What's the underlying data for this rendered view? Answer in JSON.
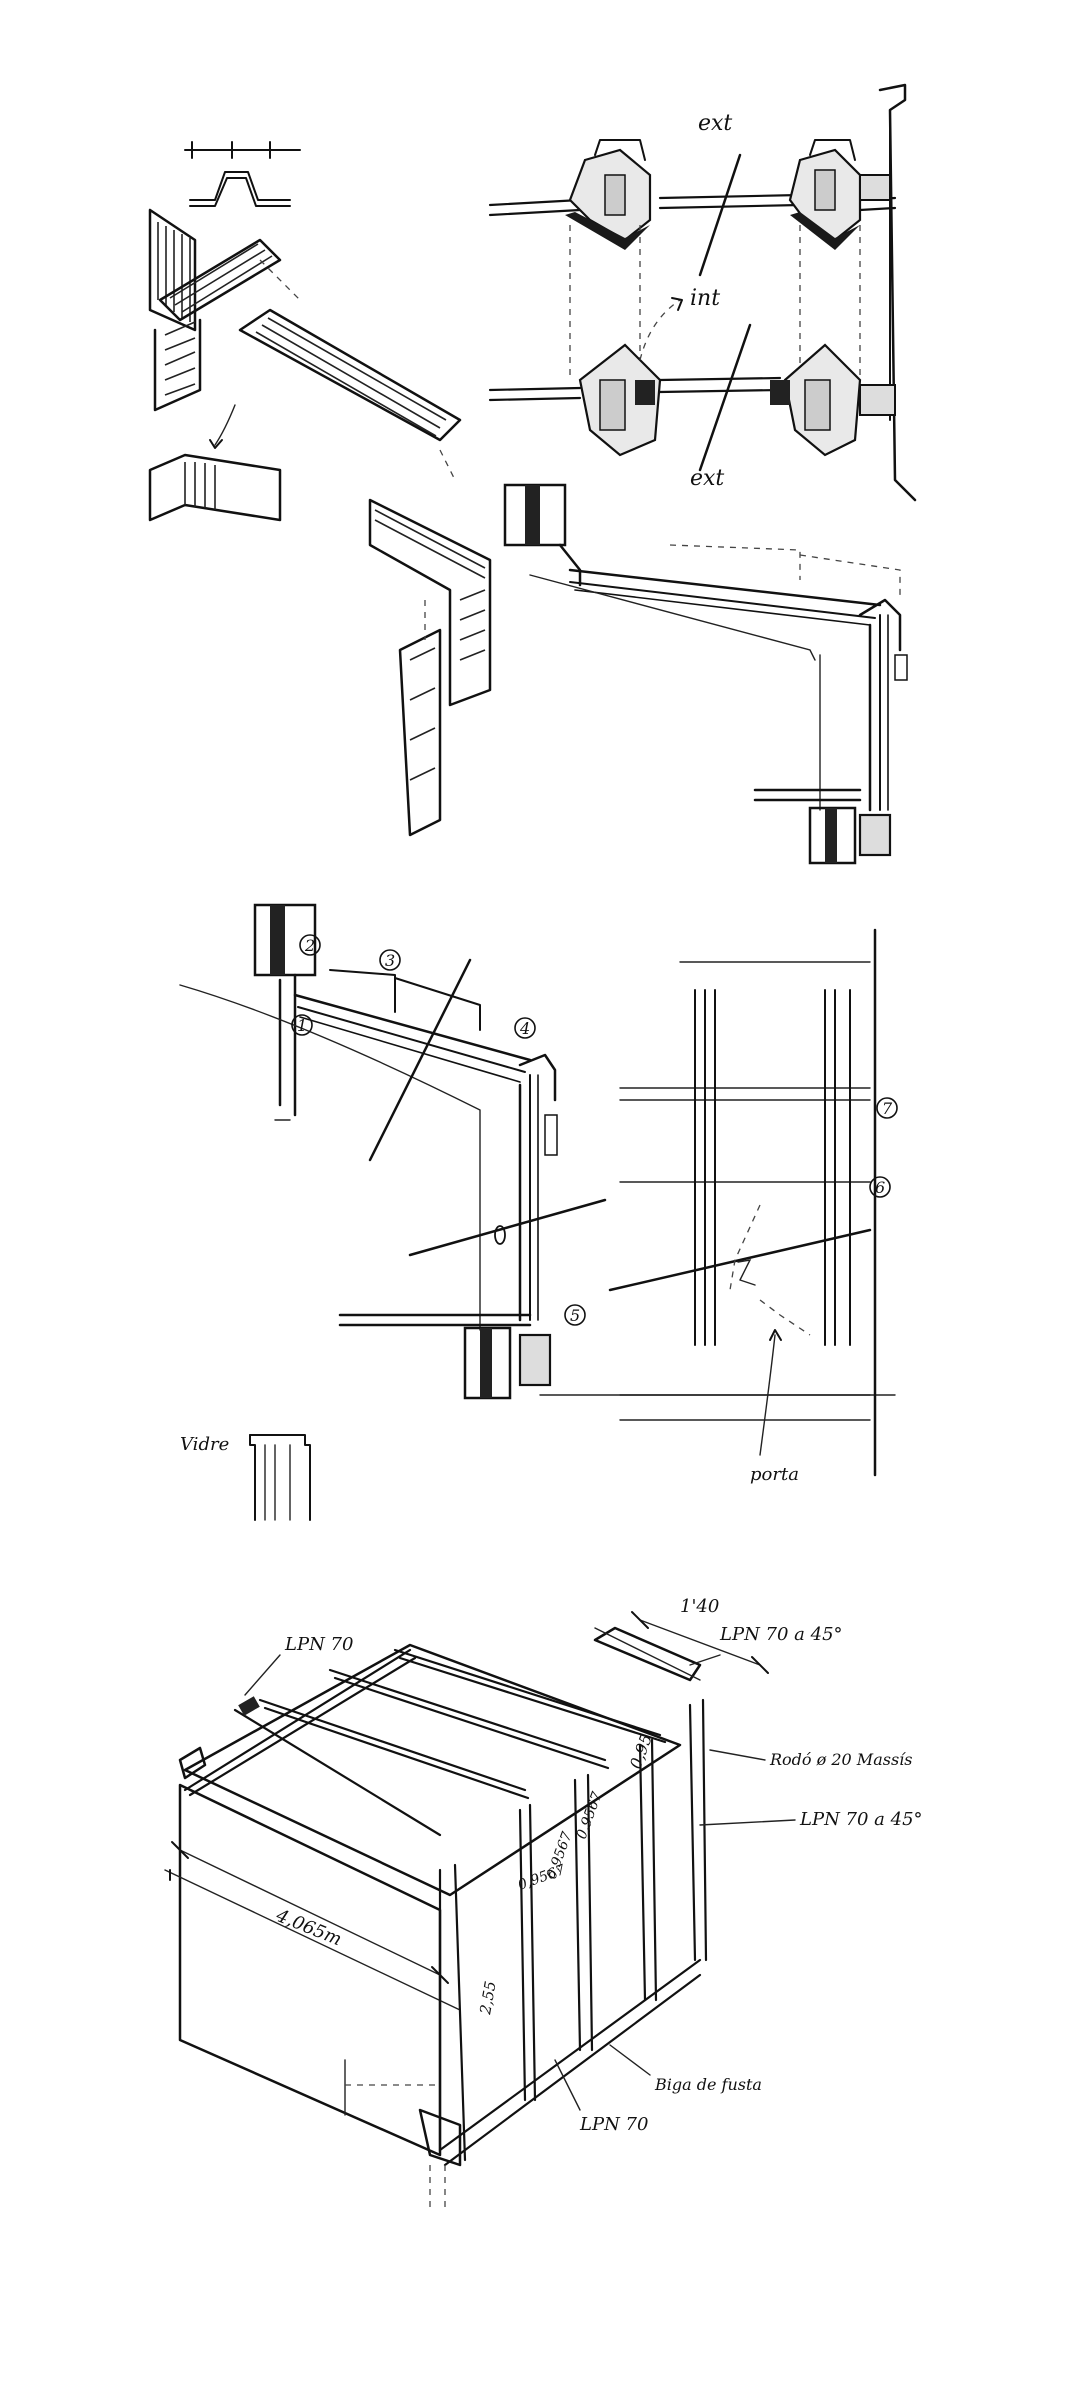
{
  "sketch1": {
    "label_ext_top": "ext",
    "label_int": "int",
    "label_ext_bottom": "ext"
  },
  "sketch2": {
    "callouts": [
      "1",
      "2",
      "3",
      "4",
      "5",
      "6",
      "7"
    ],
    "label_vidre": "Vidre",
    "label_porta": "porta"
  },
  "sketch3": {
    "label_lpn70_top": "LPN 70",
    "label_dim_140": "1'40",
    "label_lpn70_45_top": "LPN 70 a 45°",
    "label_095": "0,95",
    "label_rodo": "Rodó ø 20 Massís",
    "label_09567_a": "0,9567",
    "label_09567_b": "0,9567",
    "label_09567_c": "0,9567",
    "label_width": "4,065m",
    "label_lpn70_45_mid": "LPN 70 a 45°",
    "label_255": "2,55",
    "label_biga": "Biga de fusta",
    "label_lpn70_bottom": "LPN 70"
  }
}
